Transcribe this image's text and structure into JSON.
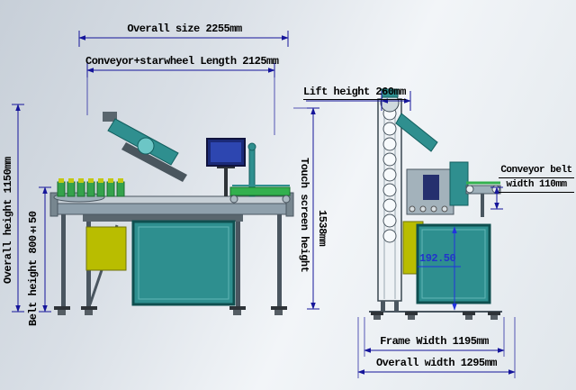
{
  "diagram": {
    "dimensions": {
      "overall_size": "Overall size 2255mm",
      "conveyor_starwheel_length": "Conveyor+starwheel Length 2125mm",
      "overall_height": "Overall height 1150mm",
      "belt_height": "Belt height 800±50",
      "touch_screen_height_label": "Touch screen height",
      "touch_screen_height_value": "1538mm",
      "lift_height": "Lift height 260mm",
      "conveyor_belt_width_line1": "Conveyor belt",
      "conveyor_belt_width_line2": "width 110mm",
      "inner_dimension": "192.50",
      "frame_width": "Frame Width 1195mm",
      "overall_width": "Overall width 1295mm"
    },
    "colors": {
      "dimension_line": "#15159a",
      "inner_dimension_line": "#2233dd",
      "machine_teal": "#2e8f8f",
      "machine_yellow": "#b9bd00",
      "machine_green": "#33b04e",
      "screen_navy": "#1b2a78"
    }
  }
}
